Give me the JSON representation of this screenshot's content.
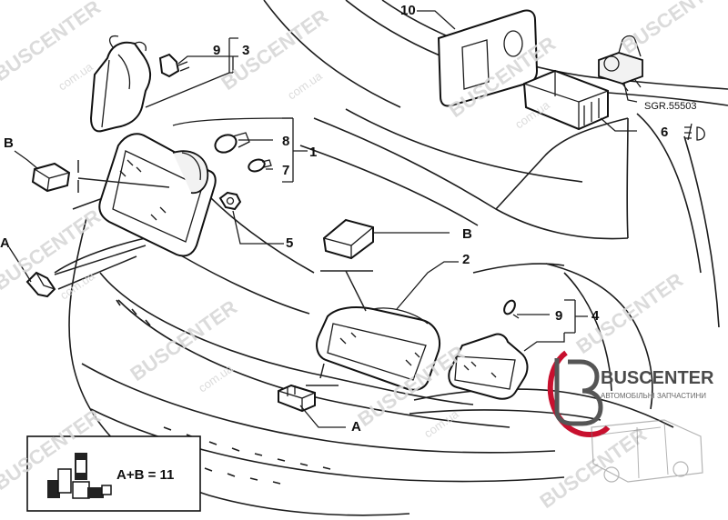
{
  "callouts": {
    "n10": "10",
    "n9_top": "9",
    "n3": "3",
    "sgr": "SGR.55503",
    "n8": "8",
    "n7": "7",
    "n1": "1",
    "b_top": "B",
    "n6": "6",
    "n5": "5",
    "b_mid": "B",
    "n2": "2",
    "a_left": "A",
    "n9_right": "9",
    "n4": "4",
    "a_bottom": "A"
  },
  "legend": {
    "formula": "A+B = 11"
  },
  "logo": {
    "brand": "BUSCENTER",
    "tagline": "АВТОМОБІЛЬНІ ЗАПЧАСТИНИ"
  },
  "watermark": {
    "brand": "BUSCENTER",
    "domain": "com.ua"
  }
}
